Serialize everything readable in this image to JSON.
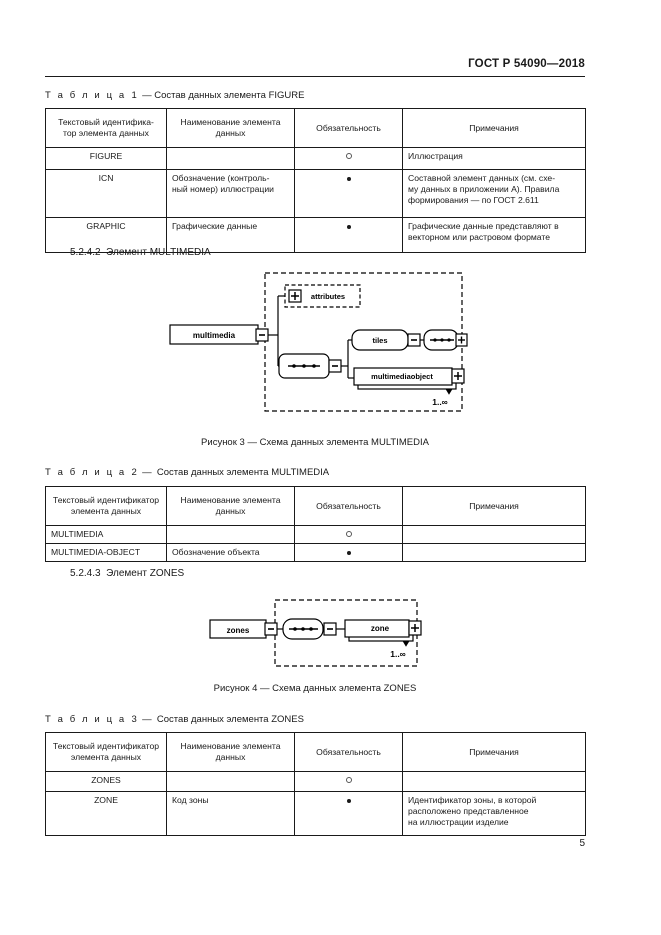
{
  "header": {
    "standard": "ГОСТ Р 54090—2018"
  },
  "page_number": "5",
  "table1": {
    "caption_label": "Т а б л и ц а",
    "caption_number": "1",
    "caption_dash": "—",
    "caption_text": "Состав данных элемента FIGURE",
    "columns": [
      "Текстовый идентифика-\nтор элемента данных",
      "Наименование элемента\nданных",
      "Обязательность",
      "Примечания"
    ],
    "columns_line1": [
      "Текстовый идентифика-",
      "Наименование элемента",
      "Обязательность",
      "Примечания"
    ],
    "columns_line2": [
      "тор элемента данных",
      "данных",
      "",
      ""
    ],
    "rows": [
      {
        "id": "FIGURE",
        "id_bold": true,
        "name": "",
        "obligation": "optional",
        "notes": "Иллюстрация"
      },
      {
        "id": "ICN",
        "id_bold": false,
        "name": "Обозначение (контроль-\nный номер) иллюстрации",
        "name_line1": "Обозначение (контроль-",
        "name_line2": "ный номер) иллюстрации",
        "obligation": "mandatory",
        "notes": "Составной элемент данных (см. схе-\nму данных в приложении А). Правила\nформирования — по ГОСТ 2.611",
        "notes_line1": "Составной элемент данных (см. схе-",
        "notes_line2": "му данных в приложении А). Правила",
        "notes_line3": "формирования — по ГОСТ 2.611"
      },
      {
        "id": "GRAPHIC",
        "id_bold": false,
        "name": "Графические данные",
        "obligation": "mandatory",
        "notes": "Графические данные представляют в\nвекторном или растровом формате",
        "notes_line1": "Графические данные представляют в",
        "notes_line2": "векторном или растровом формате"
      }
    ]
  },
  "section_multimedia": {
    "number": "5.2.4.2",
    "title": "Элемент MULTIMEDIA"
  },
  "figure3": {
    "caption": "Рисунок 3 — Схема данных элемента MULTIMEDIA",
    "root_element": "multimedia",
    "attributes_node": "attributes",
    "child_tiles": "tiles",
    "child_object": "multimediaobject",
    "cardinality": "1..∞",
    "expand_symbol": "+",
    "collapse_symbol": "−"
  },
  "table2": {
    "caption_label": "Т а б л и ц а",
    "caption_number": "2",
    "caption_dash": "—",
    "caption_text": "Состав данных элемента MULTIMEDIA",
    "columns_line1": [
      "Текстовый идентификатор",
      "Наименование  элемента",
      "Обязательность",
      "Примечания"
    ],
    "columns_line2": [
      "элемента данных",
      "данных",
      "",
      ""
    ],
    "rows": [
      {
        "id": "MULTIMEDIA",
        "id_bold": true,
        "name": "",
        "obligation": "optional",
        "notes": ""
      },
      {
        "id": "MULTIMEDIA-OBJECT",
        "id_bold": false,
        "name": "Обозначение объекта",
        "obligation": "mandatory",
        "notes": ""
      }
    ]
  },
  "section_zones": {
    "number": "5.2.4.3",
    "title": "Элемент ZONES"
  },
  "figure4": {
    "caption": "Рисунок 4 — Схема данных элемента ZONES",
    "root_element": "zones",
    "child_zone": "zone",
    "cardinality": "1..∞",
    "expand_symbol": "+",
    "collapse_symbol": "−"
  },
  "table3": {
    "caption_label": "Т а б л и ц а",
    "caption_number": "3",
    "caption_dash": "—",
    "caption_text": "Состав данных элемента ZONES",
    "columns_line1": [
      "Текстовый идентификатор",
      "Наименование элемента",
      "Обязательность",
      "Примечания"
    ],
    "columns_line2": [
      "элемента данных",
      "данных",
      "",
      ""
    ],
    "rows": [
      {
        "id": "ZONES",
        "id_bold": true,
        "name": "",
        "obligation": "optional",
        "notes": ""
      },
      {
        "id": "ZONE",
        "id_bold": false,
        "name": "Код зоны",
        "obligation": "mandatory",
        "notes": "Идентификатор зоны, в которой\nрасположено  представленное\nна иллюстрации изделие",
        "notes_line1": "Идентификатор зоны, в которой",
        "notes_line2": "расположено   представленное",
        "notes_line3": "на иллюстрации изделие"
      }
    ]
  }
}
